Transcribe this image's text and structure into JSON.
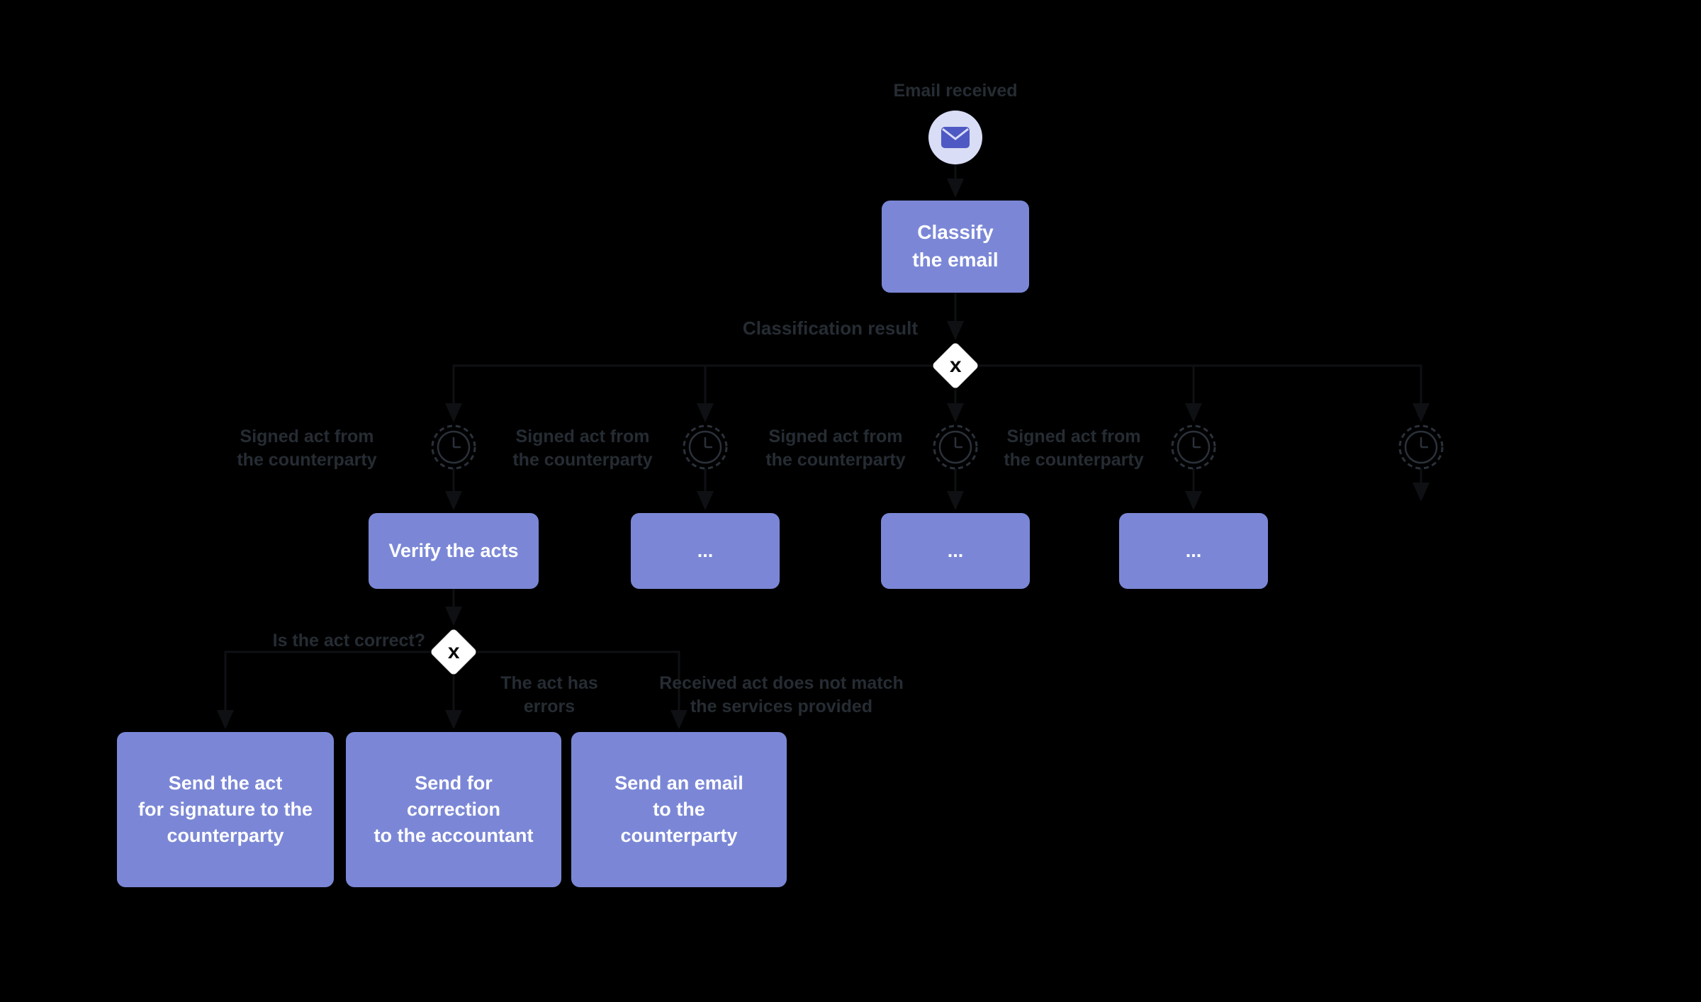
{
  "diagram": {
    "background": "#000000",
    "colors": {
      "task_fill": "#7b87d6",
      "task_text": "#ffffff",
      "label_text": "#262c33",
      "gateway_fill": "#ffffff",
      "gateway_symbol_color": "#0a0a0a",
      "start_event_fill": "#d9ddf6",
      "envelope_color": "#4e59c3",
      "timer_stroke": "#2b313a",
      "connector": "#0e1013"
    },
    "start_event": {
      "label": "Email received",
      "icon": "envelope-icon"
    },
    "classify_task": {
      "label": "Classify\nthe email"
    },
    "gateway1": {
      "label": "Classification result",
      "symbol": "x"
    },
    "branches": [
      {
        "event_label": "Signed act from\nthe counterparty",
        "task_label": "Verify the acts"
      },
      {
        "event_label": "Signed act from\nthe counterparty",
        "task_label": "..."
      },
      {
        "event_label": "Signed act from\nthe counterparty",
        "task_label": "..."
      },
      {
        "event_label": "Signed act from\nthe counterparty",
        "task_label": "..."
      },
      {
        "event_label": "",
        "task_label": ""
      }
    ],
    "gateway2": {
      "label": "Is the act correct?",
      "symbol": "x"
    },
    "outcomes": [
      {
        "condition": "",
        "task_label": "Send the act\nfor signature to the\ncounterparty"
      },
      {
        "condition": "The act has\nerrors",
        "task_label": "Send for\ncorrection\nto the accountant"
      },
      {
        "condition": "Received act does not match\nthe services provided",
        "task_label": "Send an email\nto the\ncounterparty"
      }
    ]
  }
}
